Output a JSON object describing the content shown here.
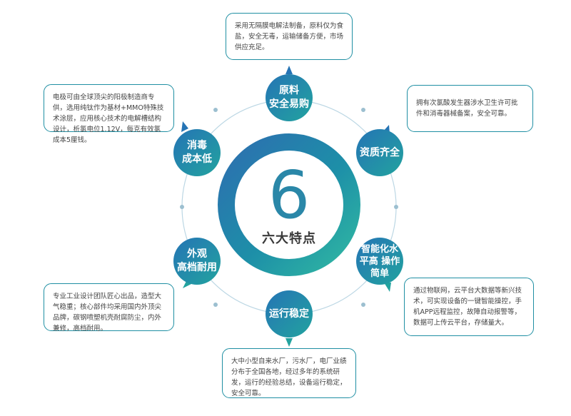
{
  "center": {
    "number": "6",
    "title": "六大特点"
  },
  "features": [
    {
      "id": "raw-material",
      "label": "原料\n安全易购",
      "description": "采用无隔膜电解法制备，原料仅为食盐，安全无毒，运输储备方便，市场供应充足。"
    },
    {
      "id": "qualification",
      "label": "资质齐全",
      "description": "拥有次氯酸发生器涉水卫生许可批件和消毒器械备案，安全可靠。"
    },
    {
      "id": "smart",
      "label": "智能化水\n平高 操作\n简单",
      "description": "通过物联网，云平台大数据等新兴技术，可实现设备的一键智能操控，手机APP远程监控，故障自动报警等，数据可上传云平台，存储量大。"
    },
    {
      "id": "stable",
      "label": "运行稳定",
      "description": "大中小型自来水厂，污水厂，电厂业绩分布于全国各地，经过多年的系统研发，运行的经验总结，设备运行稳定，安全可靠。"
    },
    {
      "id": "appearance",
      "label": "外观\n高档耐用",
      "description": "专业工业设计团队匠心出品，造型大气稳重；核心部件均采用国内外顶尖品牌，碳钢喷塑机壳耐腐防尘，内外兼修，高档耐用。"
    },
    {
      "id": "low-cost",
      "label": "消毒\n成本低",
      "description": "电极可由全球顶尖的阳极制造商专供，选用纯钛作为基材+MMO特殊技术涂层，应用核心技术的电解槽结构设计，析氯电位1.12V，每克有效氯成本5厘钱。"
    }
  ]
}
